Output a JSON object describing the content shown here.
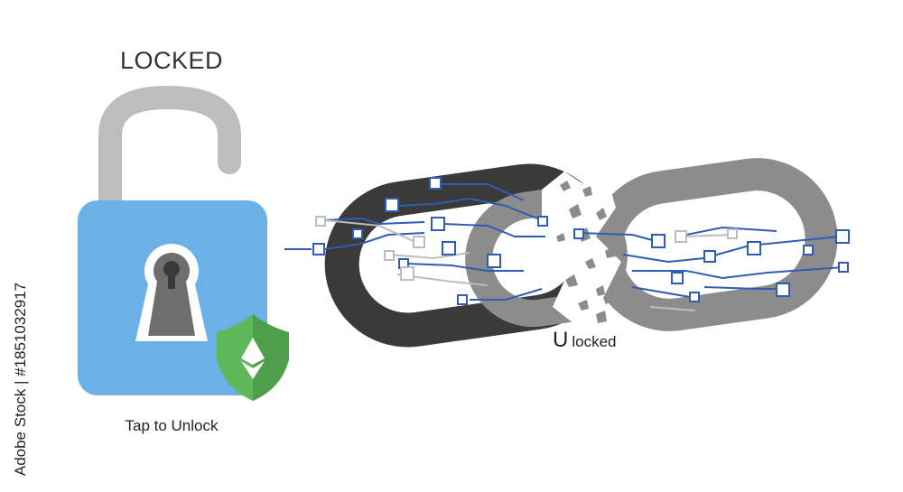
{
  "lock": {
    "status_label": "LOCKED",
    "action_label": "Tap to Unlock",
    "body_color": "#6BB0E6",
    "shackle_color": "#BDBDBD",
    "shield_color": "#5DB85A"
  },
  "chain": {
    "status_prefix": "U",
    "status_suffix": "locked",
    "dark_link_color": "#3A3A3A",
    "light_link_color": "#8C8C8C",
    "circuit_color": "#2D5DB5"
  },
  "watermark": {
    "stock_id": "Adobe Stock | #1851032917"
  },
  "icons": [
    "padlock-icon",
    "keyhole-icon",
    "ethereum-shield-icon",
    "broken-chain-icon"
  ]
}
